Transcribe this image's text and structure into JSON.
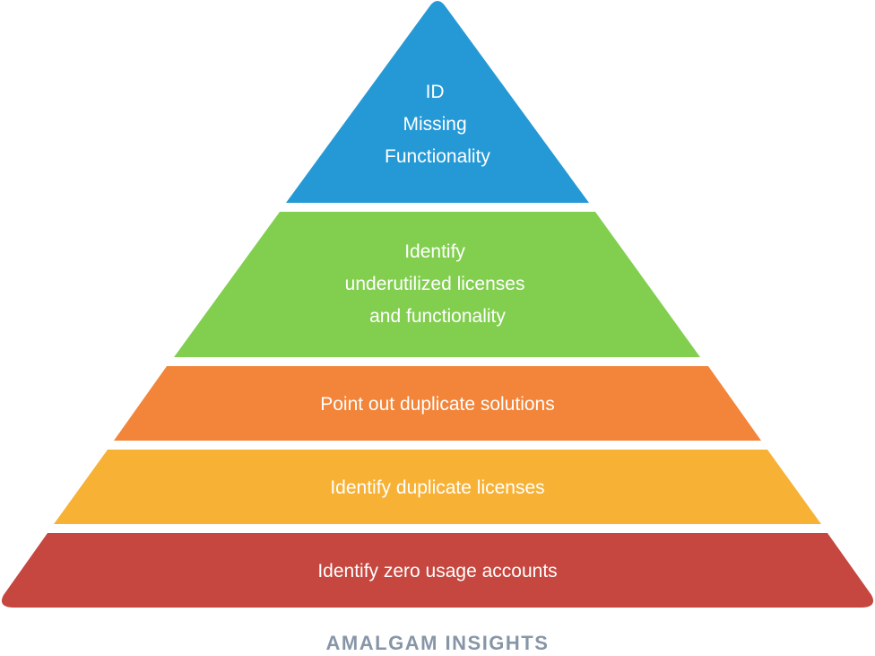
{
  "pyramid": {
    "tiers": [
      {
        "lines": [
          "ID",
          "Missing",
          "Functionality"
        ],
        "color": "#2599d6"
      },
      {
        "lines": [
          "Identify",
          "underutilized licenses",
          "and functionality"
        ],
        "color": "#82cf50"
      },
      {
        "lines": [
          "Point out duplicate solutions"
        ],
        "color": "#f28539"
      },
      {
        "lines": [
          "Identify duplicate licenses"
        ],
        "color": "#f7b236"
      },
      {
        "lines": [
          "Identify zero usage accounts"
        ],
        "color": "#c5473f"
      }
    ]
  },
  "brand": {
    "text": "AMALGAM INSIGHTS"
  }
}
